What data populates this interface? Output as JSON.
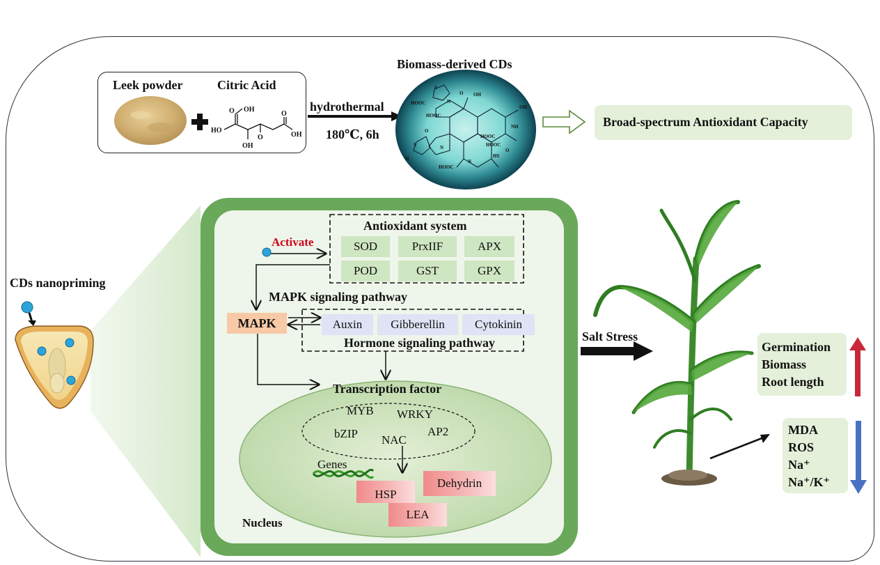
{
  "top": {
    "leek_powder": "Leek powder",
    "citric_acid": "Citric Acid",
    "process": "hydrothermal",
    "conditions": "180℃, 6h",
    "cds_title": "Biomass-derived CDs",
    "result": "Broad-spectrum Antioxidant Capacity",
    "citric_labels": {
      "oh_top": "OH",
      "oh_left": "HO",
      "oh_right": "OH",
      "oh_bottom": "OH",
      "o1": "O",
      "o2": "O",
      "o3": "O"
    },
    "cd_labels": [
      "HOOC",
      "HOOC",
      "HOOC",
      "HOOC",
      "HOOC",
      "OH",
      "OH",
      "NH",
      "HS",
      "N",
      "N",
      "N",
      "S",
      "S",
      "O",
      "O",
      "O",
      "H"
    ]
  },
  "cell": {
    "activate": "Activate",
    "antioxidant_title": "Antioxidant system",
    "antioxidant_enzymes": [
      "SOD",
      "PrxIIF",
      "APX",
      "POD",
      "GST",
      "GPX"
    ],
    "mapk_pathway": "MAPK signaling pathway",
    "mapk": "MAPK",
    "hormones": [
      "Auxin",
      "Gibberellin",
      "Cytokinin"
    ],
    "hormone_pathway": "Hormone signaling pathway",
    "tf_title": "Transcription factor",
    "tfs": [
      "MYB",
      "WRKY",
      "bZIP",
      "NAC",
      "AP2"
    ],
    "genes_label": "Genes",
    "genes": [
      "HSP",
      "Dehydrin",
      "LEA"
    ],
    "nucleus": "Nucleus"
  },
  "left": {
    "nanopriming": "CDs nanopriming"
  },
  "right": {
    "salt_stress": "Salt Stress",
    "increased": [
      "Germination",
      "Biomass",
      "Root length"
    ],
    "decreased": [
      "MDA",
      "ROS",
      "Na⁺",
      "Na⁺/K⁺"
    ]
  },
  "colors": {
    "activate": "#d0021b",
    "up_arrow": "#c8283a",
    "down_arrow": "#4a72c4",
    "cell_wall": "#6aa85a",
    "cell_fill": "#eef5ea",
    "nucleus_fill": "#cfe3bd"
  }
}
